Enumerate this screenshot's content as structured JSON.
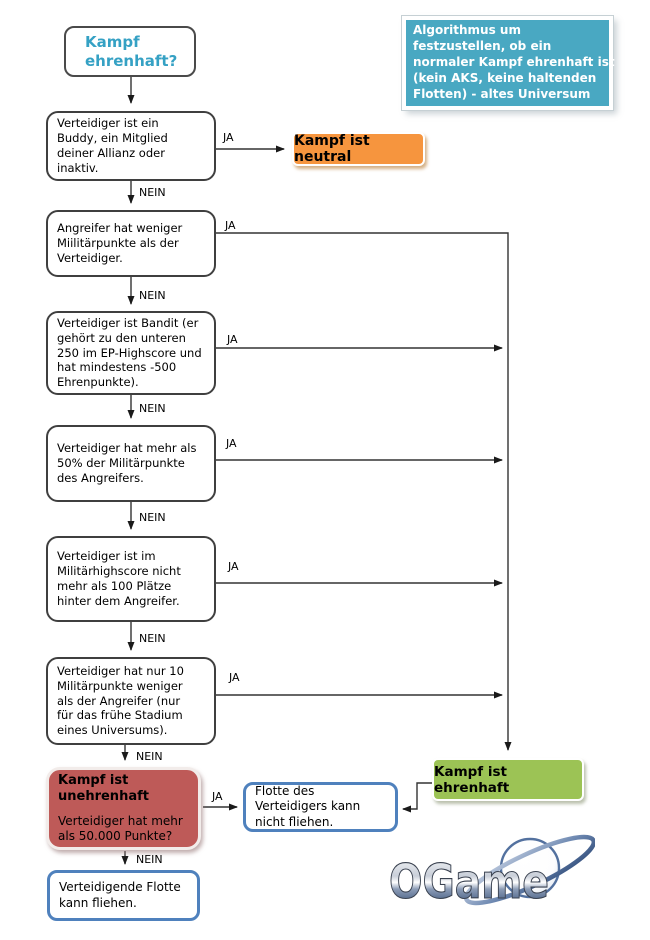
{
  "title_box": {
    "text": "Kampf\nehrenhaft?"
  },
  "info_box": {
    "text": "Algorithmus um\nfestzustellen, ob ein\nnormaler Kampf ehrenhaft ist\n(kein AKS, keine haltenden\nFlotten) - altes Universum"
  },
  "decisions": [
    {
      "text": "Verteidiger ist ein\nBuddy, ein Mitglied\ndeiner Allianz oder\ninaktiv."
    },
    {
      "text": "Angreifer hat weniger\nMiilitärpunkte als der\nVerteidiger."
    },
    {
      "text": "Verteidiger ist Bandit (er\ngehört zu den unteren\n250 im EP-Highscore und\nhat mindestens -500\nEhrenpunkte)."
    },
    {
      "text": "Verteidiger hat mehr als\n50% der Militärpunkte\ndes Angreifers."
    },
    {
      "text": "Verteidiger ist im\nMilitärhighscore nicht\nmehr als 100 Plätze\nhinter dem Angreifer."
    },
    {
      "text": "Verteidiger hat nur 10\nMilitärpunkte weniger\nals der Angreifer (nur\nfür das frühe Stadium\neines Universums)."
    }
  ],
  "outcomes": {
    "neutral": {
      "text": "Kampf ist neutral"
    },
    "honorable": {
      "text": "Kampf ist ehrenhaft"
    },
    "dishonorable": {
      "title": "Kampf ist\nunehrenhaft",
      "question": "Verteidiger hat mehr\nals 50.000 Punkte?"
    },
    "fleet_cannot_flee": {
      "text": "Flotte des\nVerteidigers kann\nnicht fliehen."
    },
    "fleet_can_flee": {
      "text": "Verteidigende Flotte\nkann fliehen."
    }
  },
  "edge_labels": {
    "d1_ja": "JA",
    "d1_nein": "NEIN",
    "d2_ja": "JA",
    "d2_nein": "NEIN",
    "d3_ja": "JA",
    "d3_nein": "NEIN",
    "d4_ja": "JA",
    "d4_nein": "NEIN",
    "d5_ja": "JA",
    "d5_nein": "NEIN",
    "d6_ja": "JA",
    "d6_nein": "NEIN",
    "red_ja": "JA",
    "red_nein": "NEIN"
  },
  "logo": {
    "text": "OGame"
  },
  "colors": {
    "title_text": "#35a1c4",
    "info_bg": "#49a8c2",
    "neutral_bg": "#f6953e",
    "honorable_bg": "#9cc355",
    "dishonorable_bg": "#be5a58",
    "blue_border": "#4f81bd",
    "line": "#333333"
  }
}
